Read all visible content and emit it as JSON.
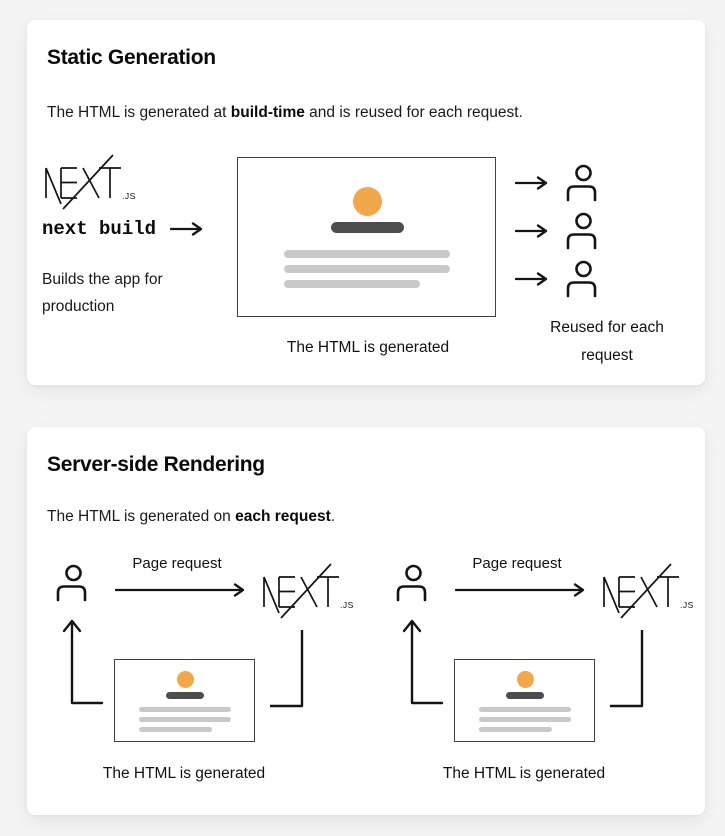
{
  "logo": {
    "brand": "NEXT",
    "suffix": ".JS"
  },
  "colors": {
    "page_background": "#f4f4f5",
    "card_background": "#ffffff",
    "accent_orange": "#F2A74A",
    "mock_title_bar": "#4D4D4D",
    "mock_text_line": "#C9C9C9",
    "line_stroke": "#141414"
  },
  "static_card": {
    "title": "Static Generation",
    "description": {
      "pre": "The HTML is generated at ",
      "bold": "build-time",
      "post": " and is reused for each request."
    },
    "command": "next build",
    "command_note": {
      "line1": "Builds the app for",
      "line2": "production"
    },
    "browser_caption": "The HTML is generated",
    "reuse_caption": {
      "line1": "Reused for each",
      "line2": "request"
    }
  },
  "ssr_card": {
    "title": "Server-side Rendering",
    "description": {
      "pre": "The HTML is generated on ",
      "bold": "each request",
      "post": "."
    },
    "flows": [
      {
        "request_label": "Page request",
        "caption": "The HTML is generated"
      },
      {
        "request_label": "Page request",
        "caption": "The HTML is generated"
      }
    ]
  }
}
